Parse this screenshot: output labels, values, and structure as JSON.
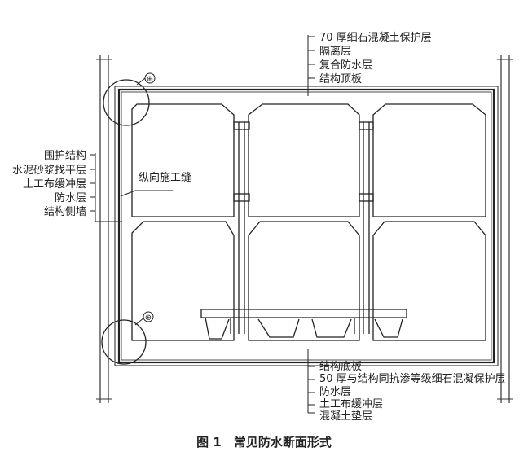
{
  "diagram": {
    "top_labels": [
      "70 厚细石混凝土保护层",
      "隔离层",
      "复合防水层",
      "结构顶板"
    ],
    "left_labels": [
      "围护结构",
      "水泥砂浆找平层",
      "土工布缓冲层",
      "防水层",
      "结构侧墙"
    ],
    "inner_label": "纵向施工缝",
    "bottom_labels": [
      "结构底板",
      "50 厚与结构同抗渗等级细石混凝保护层",
      "防水层",
      "土工布缓冲层",
      "混凝土垫层"
    ],
    "callout_symbol": "⊕",
    "caption": "图 1　常见防水断面形式"
  }
}
